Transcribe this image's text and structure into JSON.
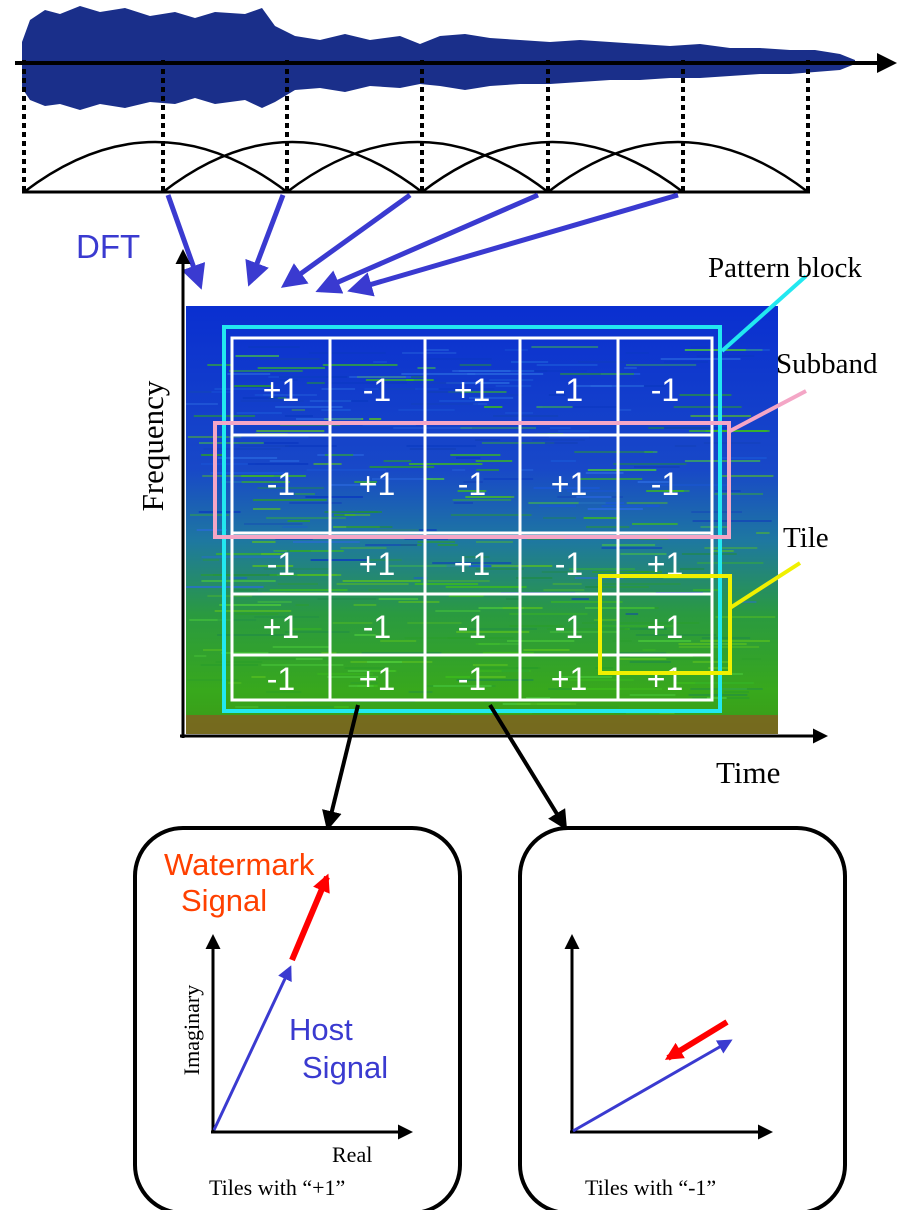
{
  "labels": {
    "dft": "DFT",
    "frequency": "Frequency",
    "time": "Time",
    "pattern_block": "Pattern block",
    "subband": "Subband",
    "tile": "Tile"
  },
  "pattern": [
    [
      "+1",
      "-1",
      "+1",
      "-1",
      "-1"
    ],
    [
      "-1",
      "+1",
      "-1",
      "+1",
      "-1"
    ],
    [
      "-1",
      "+1",
      "+1",
      "-1",
      "+1"
    ],
    [
      "+1",
      "-1",
      "-1",
      "-1",
      "+1"
    ],
    [
      "-1",
      "+1",
      "-1",
      "+1",
      "+1"
    ]
  ],
  "panel_plus": {
    "watermark_line1": "Watermark",
    "watermark_line2": "Signal",
    "host_line1": "Host",
    "host_line2": "Signal",
    "y_axis": "Imaginary",
    "x_axis": "Real",
    "caption": "Tiles with “+1”"
  },
  "panel_minus": {
    "caption": "Tiles with “-1”"
  },
  "colors": {
    "dft_text": "#3a3ad0",
    "host_vector": "#3a3ad0",
    "watermark_vector": "#ff0000",
    "watermark_text": "#ff4000",
    "pattern_block": "#22e8f0",
    "subband": "#f4a6c6",
    "tile": "#f0f000",
    "waveform": "#1a2f8a",
    "spectrogram_top": "#0a2fc8",
    "spectrogram_bottom": "#2aa81a"
  }
}
